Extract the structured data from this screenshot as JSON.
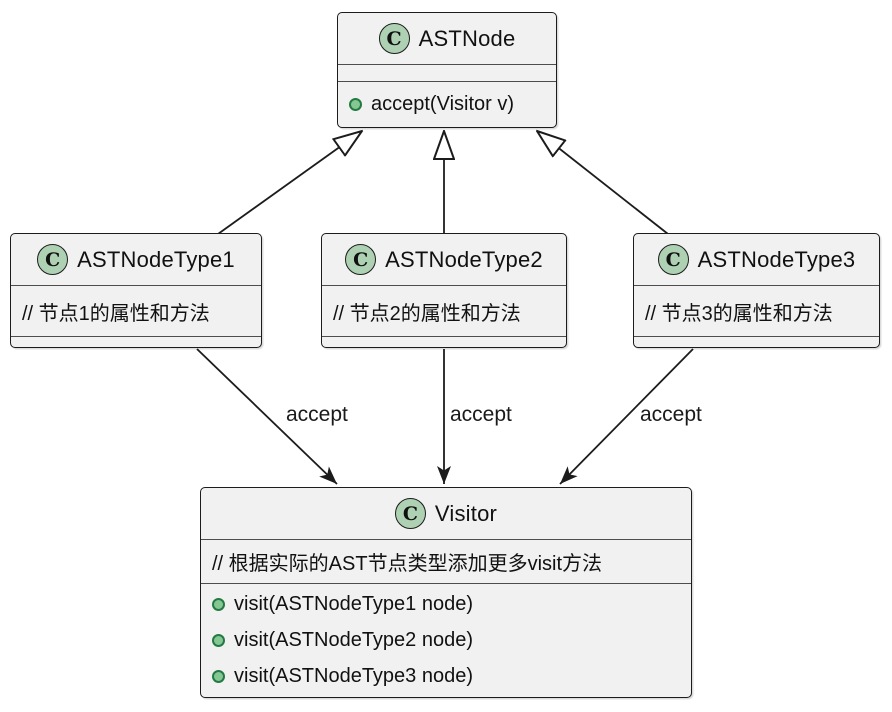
{
  "diagram": {
    "kind": "uml-class-diagram",
    "colors": {
      "box_fill": "#f1f1f1",
      "box_border": "#1c1c1c",
      "class_icon_fill": "#add1b2",
      "method_icon_fill": "#84c793",
      "method_icon_border": "#247a43",
      "edge_color": "#1c1c1c"
    },
    "classes": {
      "astnode": {
        "icon": "C",
        "name": "ASTNode",
        "methods": [
          "accept(Visitor v)"
        ]
      },
      "type1": {
        "icon": "C",
        "name": "ASTNodeType1",
        "fields": [
          "// 节点1的属性和方法"
        ]
      },
      "type2": {
        "icon": "C",
        "name": "ASTNodeType2",
        "fields": [
          "// 节点2的属性和方法"
        ]
      },
      "type3": {
        "icon": "C",
        "name": "ASTNodeType3",
        "fields": [
          "// 节点3的属性和方法"
        ]
      },
      "visitor": {
        "icon": "C",
        "name": "Visitor",
        "fields": [
          "// 根据实际的AST节点类型添加更多visit方法"
        ],
        "methods": [
          "visit(ASTNodeType1 node)",
          "visit(ASTNodeType2 node)",
          "visit(ASTNodeType3 node)"
        ]
      }
    },
    "edges": {
      "inheritance": [
        {
          "from": "ASTNodeType1",
          "to": "ASTNode"
        },
        {
          "from": "ASTNodeType2",
          "to": "ASTNode"
        },
        {
          "from": "ASTNodeType3",
          "to": "ASTNode"
        }
      ],
      "accept": [
        {
          "from": "ASTNodeType1",
          "to": "Visitor",
          "label": "accept"
        },
        {
          "from": "ASTNodeType2",
          "to": "Visitor",
          "label": "accept"
        },
        {
          "from": "ASTNodeType3",
          "to": "Visitor",
          "label": "accept"
        }
      ]
    }
  }
}
